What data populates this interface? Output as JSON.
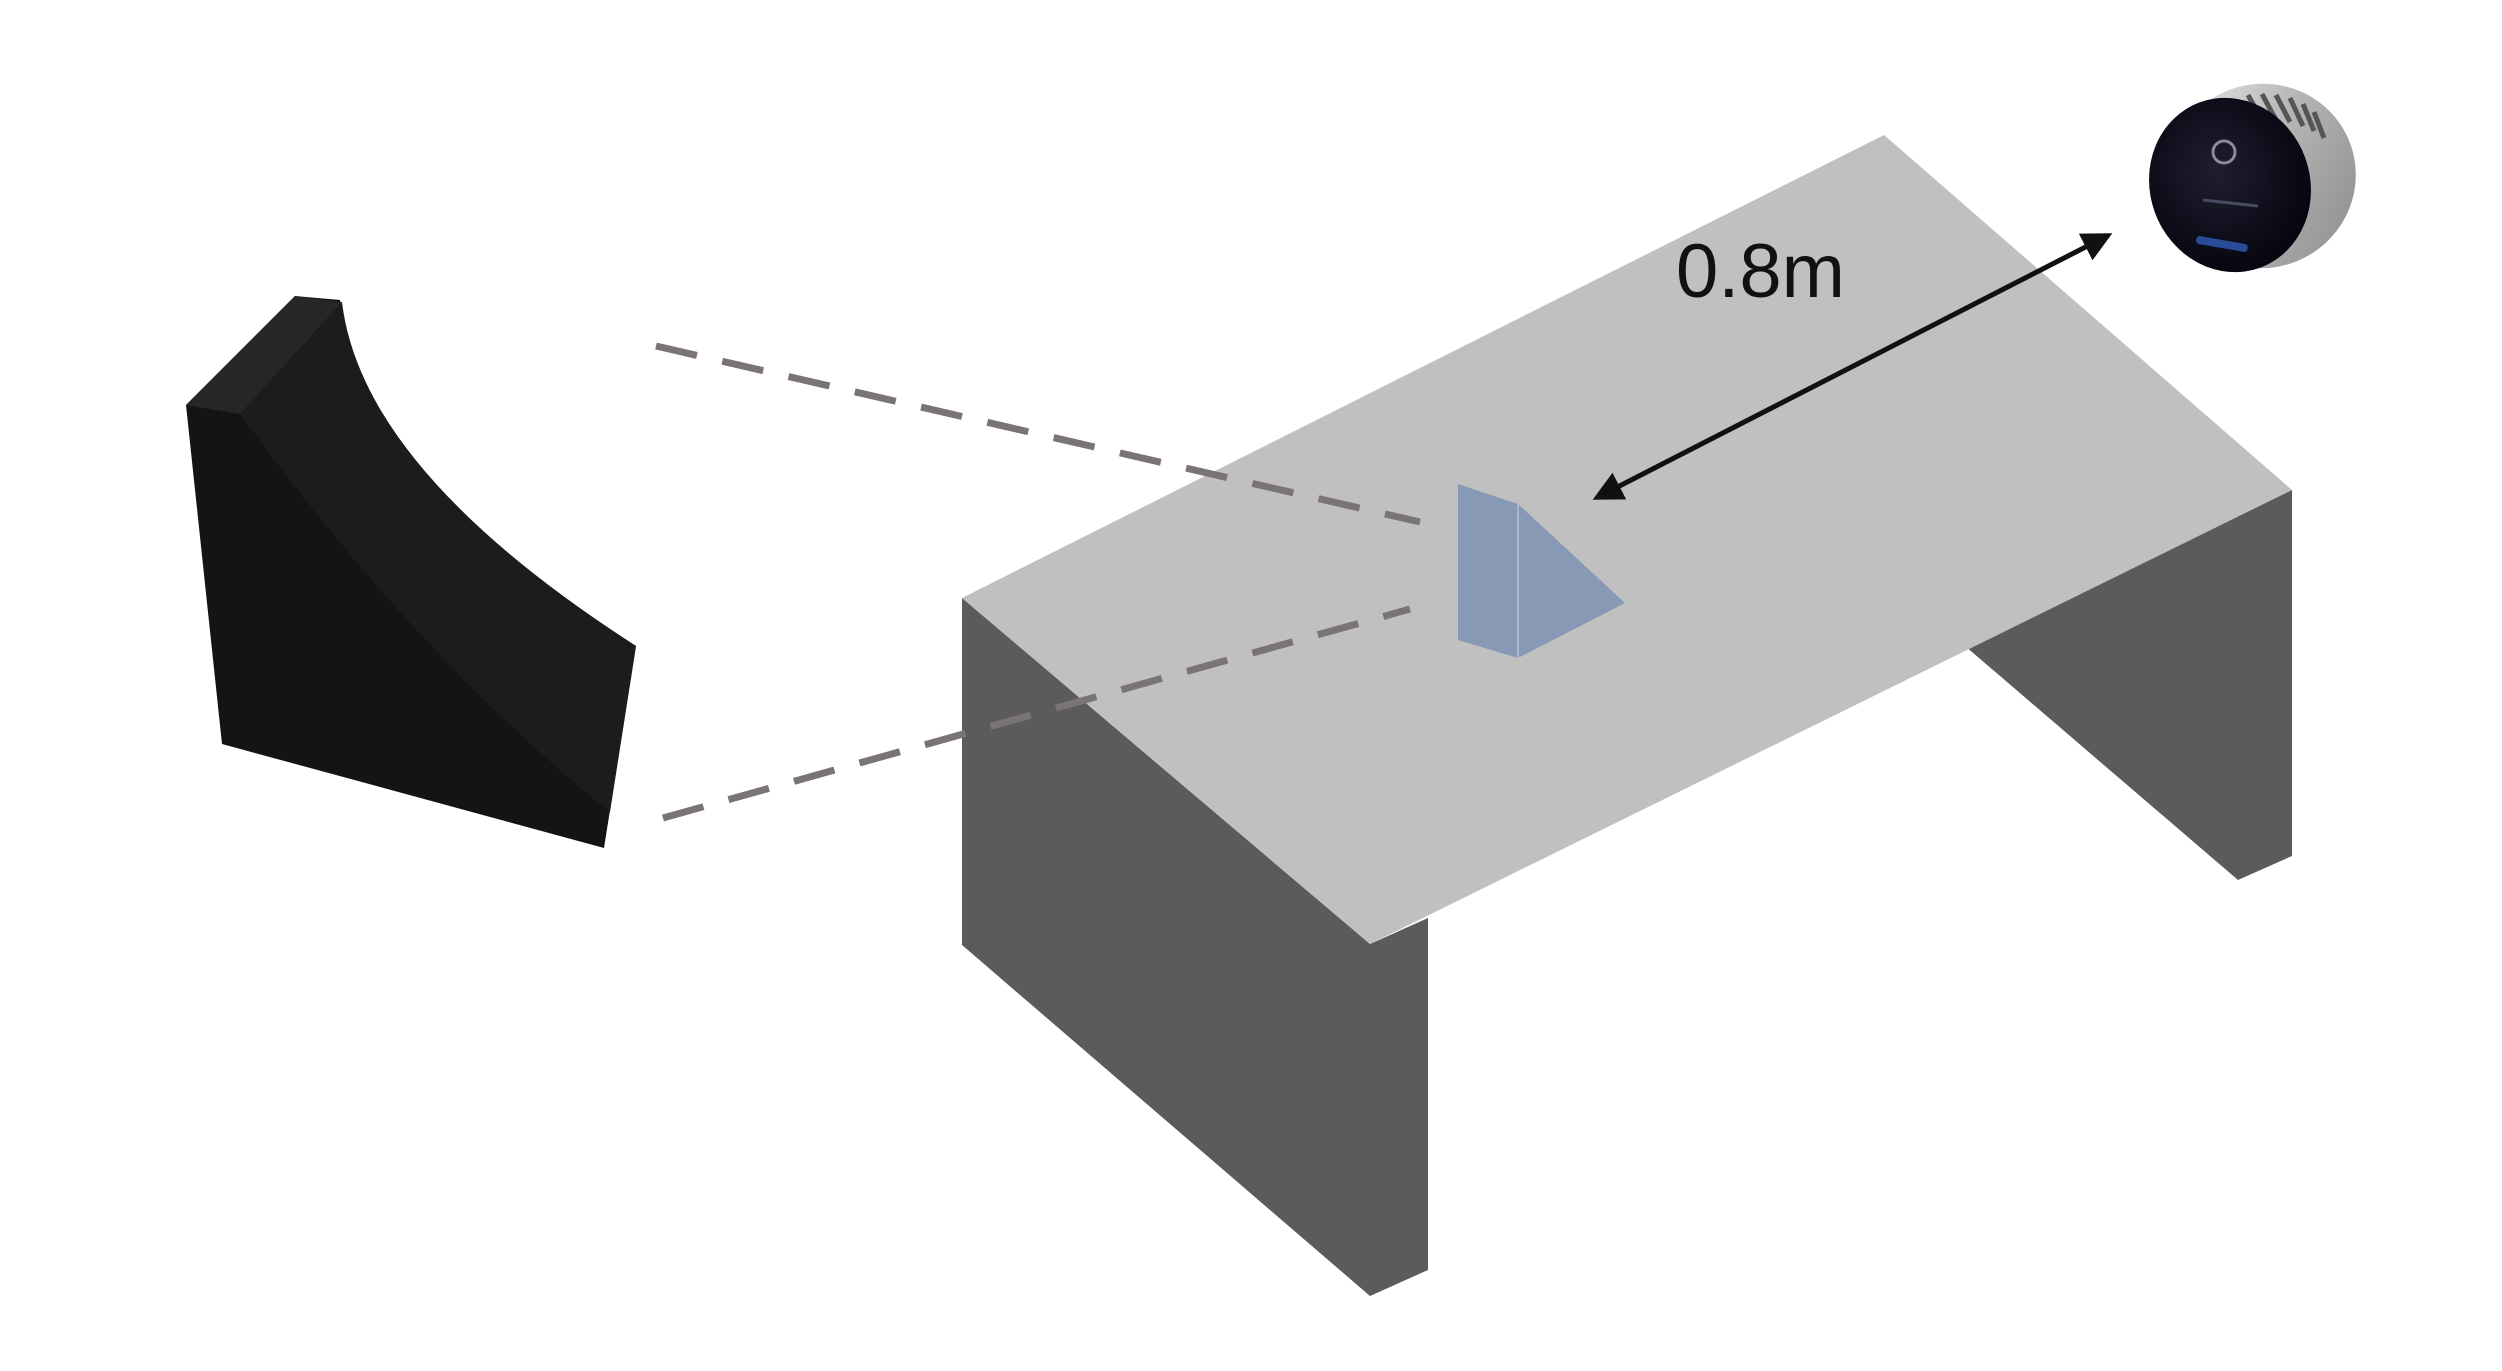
{
  "distance_label": "0.8m",
  "colors": {
    "background": "#ffffff",
    "table_top": "#c0c0c0",
    "table_legs": "#5b5b5b",
    "prism": "#8799b4",
    "prism_light": "#93a5be",
    "reflector": "#141414",
    "dashed_lines": "#7a7474",
    "arrow": "#111111",
    "sensor_body": "#c9c9c9",
    "sensor_face": "#0d0d1c"
  },
  "objects": {
    "table": "table",
    "prism": "triangular-prism",
    "reflector": "curved-reflector",
    "sensor": "lidar-sensor",
    "arrow": "double-headed-arrow",
    "beam_lines": "dashed-lines"
  }
}
